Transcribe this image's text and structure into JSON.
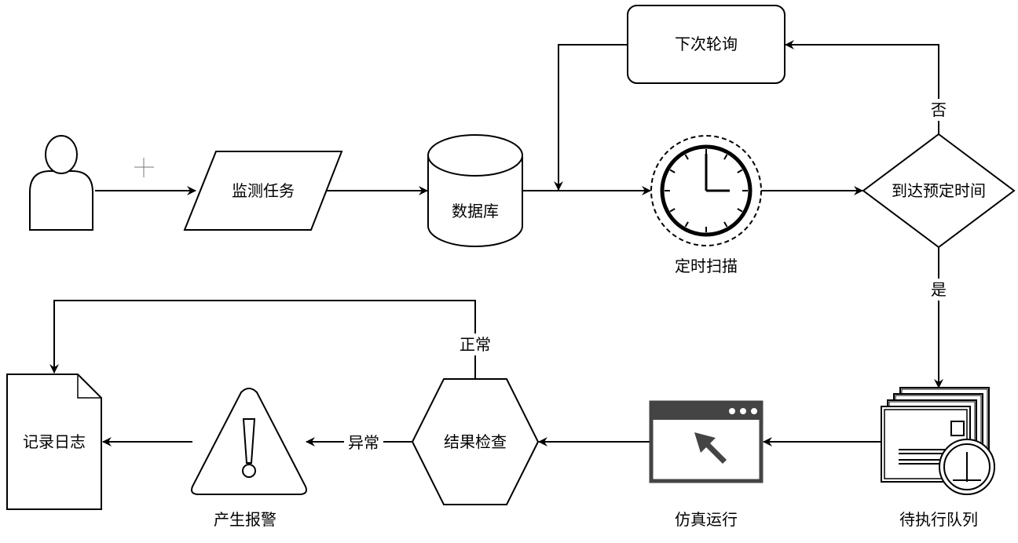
{
  "nodes": {
    "user": {
      "icon": "user-icon"
    },
    "task": {
      "label": "监测任务"
    },
    "database": {
      "label": "数据库"
    },
    "next_poll": {
      "label": "下次轮询"
    },
    "scan": {
      "label": "定时扫描",
      "icon": "clock-icon"
    },
    "decision": {
      "label": "到达预定时间"
    },
    "queue": {
      "label": "待执行队列",
      "icon": "queue-icon"
    },
    "simulate": {
      "label": "仿真运行",
      "icon": "browser-cursor-icon"
    },
    "check": {
      "label": "结果检查"
    },
    "alarm": {
      "label": "产生报警",
      "icon": "warning-icon"
    },
    "log": {
      "label": "记录日志",
      "icon": "document-icon"
    }
  },
  "edges": {
    "no": "否",
    "yes": "是",
    "normal": "正常",
    "abnormal": "异常"
  }
}
